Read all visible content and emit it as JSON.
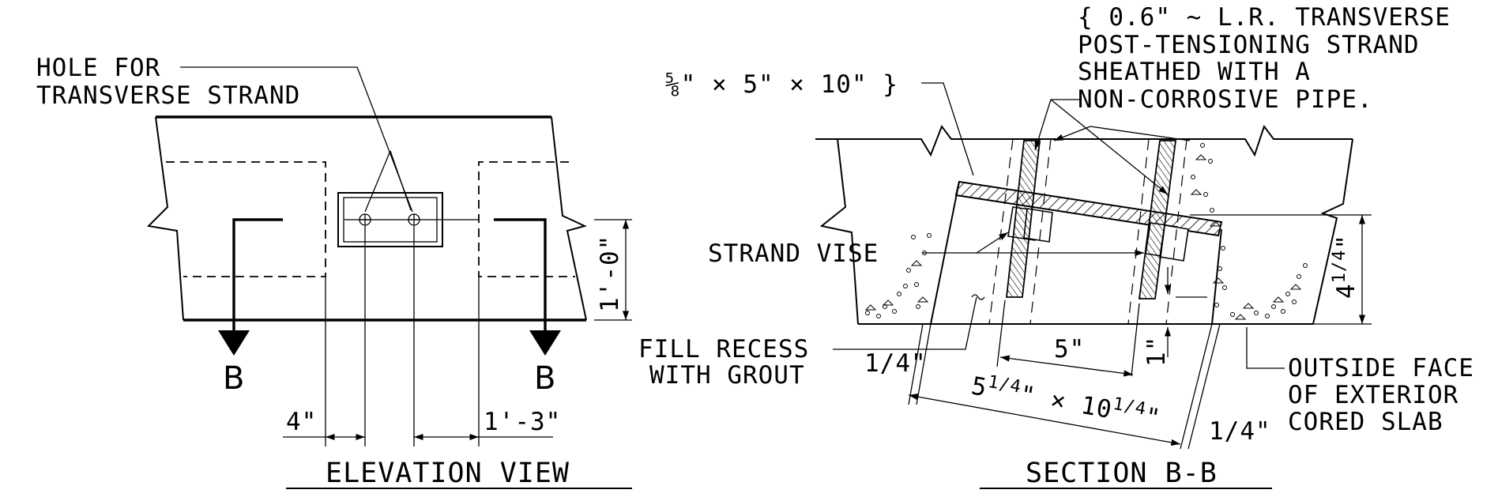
{
  "elevation": {
    "note_line1": "HOLE FOR",
    "note_line2": "TRANSVERSE STRAND",
    "section_left": "B",
    "section_right": "B",
    "dim_height": "1'-0\"",
    "dim_left": "4\"",
    "dim_right": "1'-3\"",
    "title": "ELEVATION VIEW"
  },
  "section": {
    "plate_label": "⅝\" × 5\" × 10\" }",
    "strand_line1": "{ 0.6\" ~ L.R. TRANSVERSE",
    "strand_line2": "POST-TENSIONING STRAND",
    "strand_line3": "SHEATHED WITH A",
    "strand_line4": "NON-CORROSIVE PIPE.",
    "vise_label": "STRAND VISE",
    "fill_line1": "FILL RECESS",
    "fill_line2": "WITH GROUT",
    "dim_5": "5\"",
    "dim_1": "1\"",
    "dim_4q_whole": "4",
    "dim_4q_frac": "1/4",
    "dim_4q_inch": "\"",
    "dim_recess_a": "5",
    "dim_recess_frac_a": "1/4",
    "dim_recess_b": "\" × 10",
    "dim_recess_frac_b": "1/4",
    "dim_recess_c": "\"",
    "dim_quarter_left": "1/4\"",
    "dim_quarter_right": "1/4\"",
    "outside_line1": "OUTSIDE FACE",
    "outside_line2": "OF EXTERIOR",
    "outside_line3": "CORED SLAB",
    "title": "SECTION B-B"
  }
}
